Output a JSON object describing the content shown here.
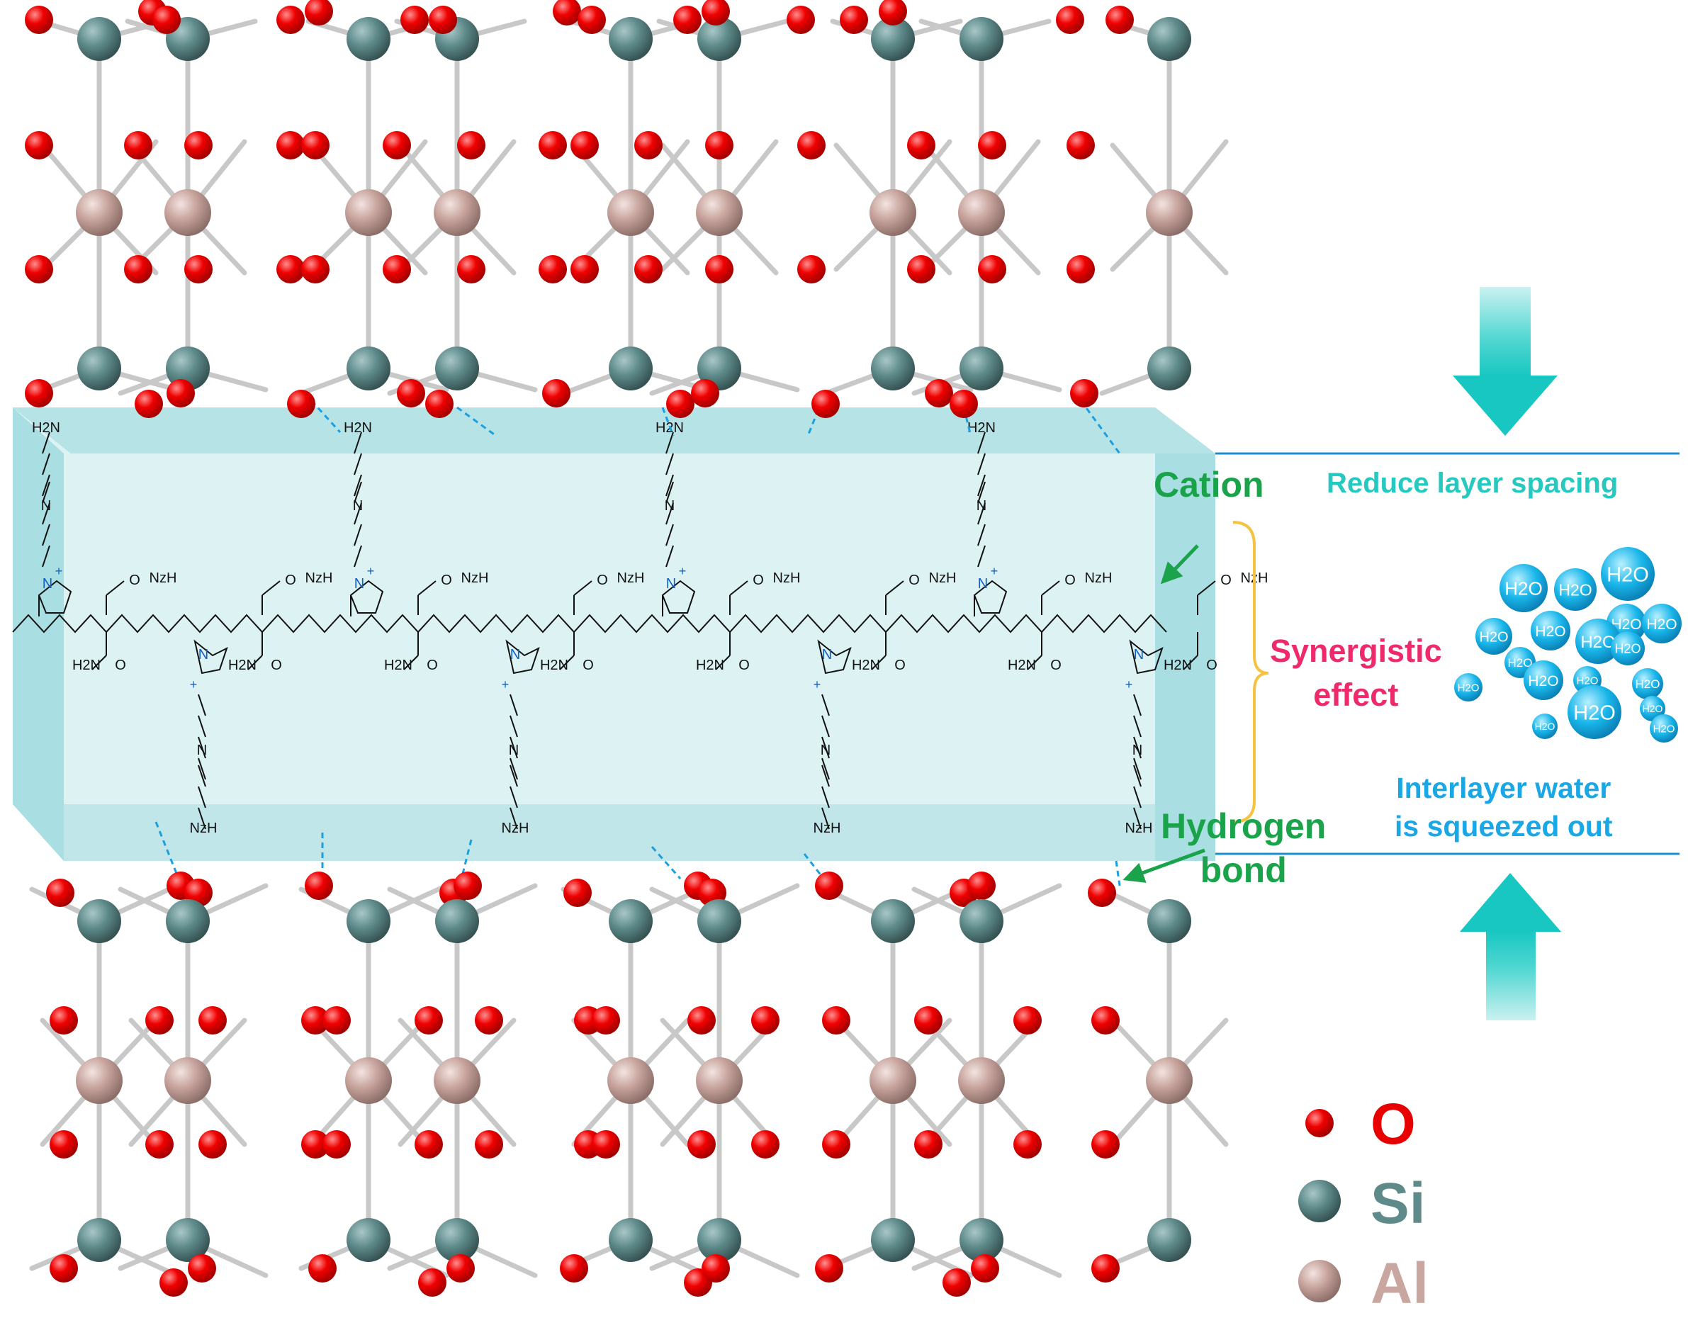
{
  "labels": {
    "cation": "Cation",
    "hydrogen_bond": "Hydrogen\nbond",
    "reduce_spacing": "Reduce layer spacing",
    "synergistic": "Synergistic\neffect",
    "interlayer_water": "Interlayer water\nis squeezed out"
  },
  "legend": [
    {
      "symbol": "O",
      "atom": "oxygen"
    },
    {
      "symbol": "Si",
      "atom": "silicon"
    },
    {
      "symbol": "Al",
      "atom": "aluminum"
    }
  ],
  "chem": {
    "amine_head": "H2N",
    "amine_tail": "NzH",
    "amide_top": "NzH",
    "amide_bottom": "H2N",
    "n": "N",
    "plus": "+",
    "o": "O"
  },
  "water": "H2O",
  "colors": {
    "oxygen": "#e80000",
    "silicon": "#5e8a8a",
    "aluminum": "#c9a7a0",
    "slab": "#bfe7ea",
    "cation_label": "#1aa34a",
    "reduce_label": "#26c9c0",
    "synergy_label": "#ee2a6b",
    "water_label": "#1aa7e6",
    "arrow": "#19c7c2",
    "brace": "#f5c242",
    "hbond": "#1a9fe0"
  }
}
